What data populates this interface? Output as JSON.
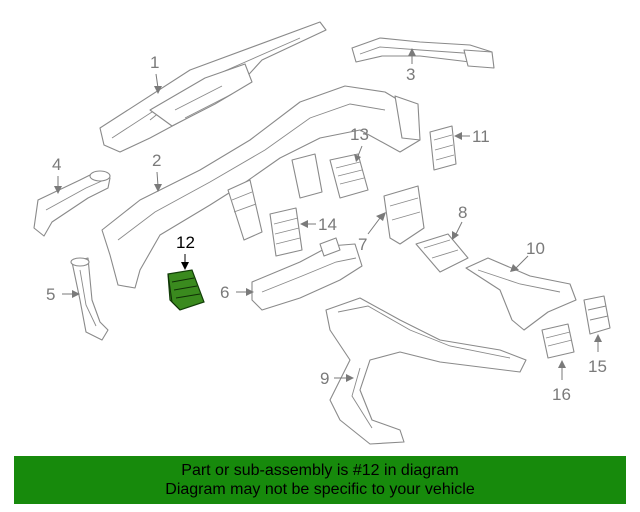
{
  "diagram": {
    "highlighted_part": "12",
    "callouts": [
      "1",
      "2",
      "3",
      "4",
      "5",
      "6",
      "7",
      "8",
      "9",
      "10",
      "11",
      "12",
      "13",
      "14",
      "15",
      "16"
    ]
  },
  "footer": {
    "line1": "Part or sub-assembly is #12 in diagram",
    "line2": "Diagram may not be specific to your vehicle",
    "background": "#178a0c"
  },
  "colors": {
    "highlight_fill": "#3a8a1e",
    "line_art": "#8a8a8a"
  }
}
